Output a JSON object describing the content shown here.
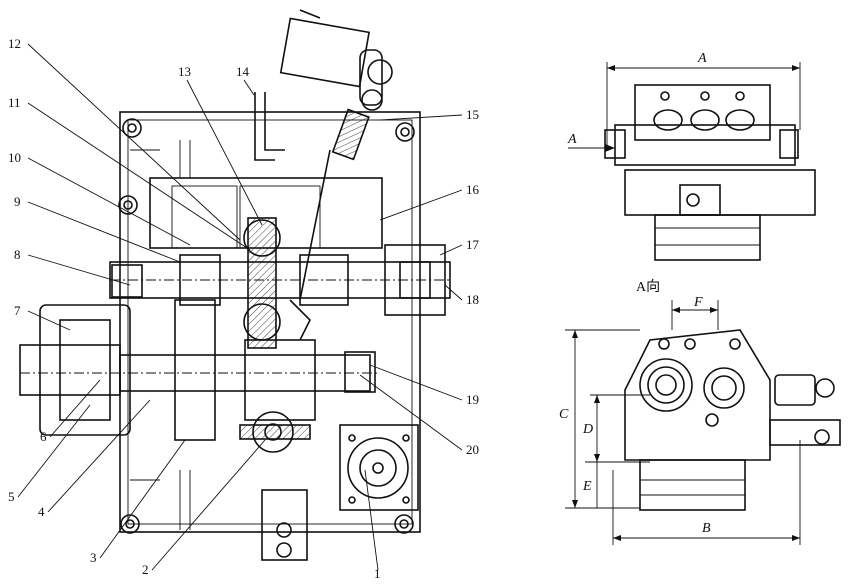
{
  "callouts": [
    "1",
    "2",
    "3",
    "4",
    "5",
    "6",
    "7",
    "8",
    "9",
    "10",
    "11",
    "12",
    "13",
    "14",
    "15",
    "16",
    "17",
    "18",
    "19",
    "20"
  ],
  "dimensions": {
    "a": "A",
    "b": "B",
    "c": "C",
    "d": "D",
    "e": "E",
    "f": "F"
  },
  "view_marker": "A",
  "view_caption": "A向",
  "colors": {
    "line": "#111111",
    "background": "#ffffff"
  }
}
